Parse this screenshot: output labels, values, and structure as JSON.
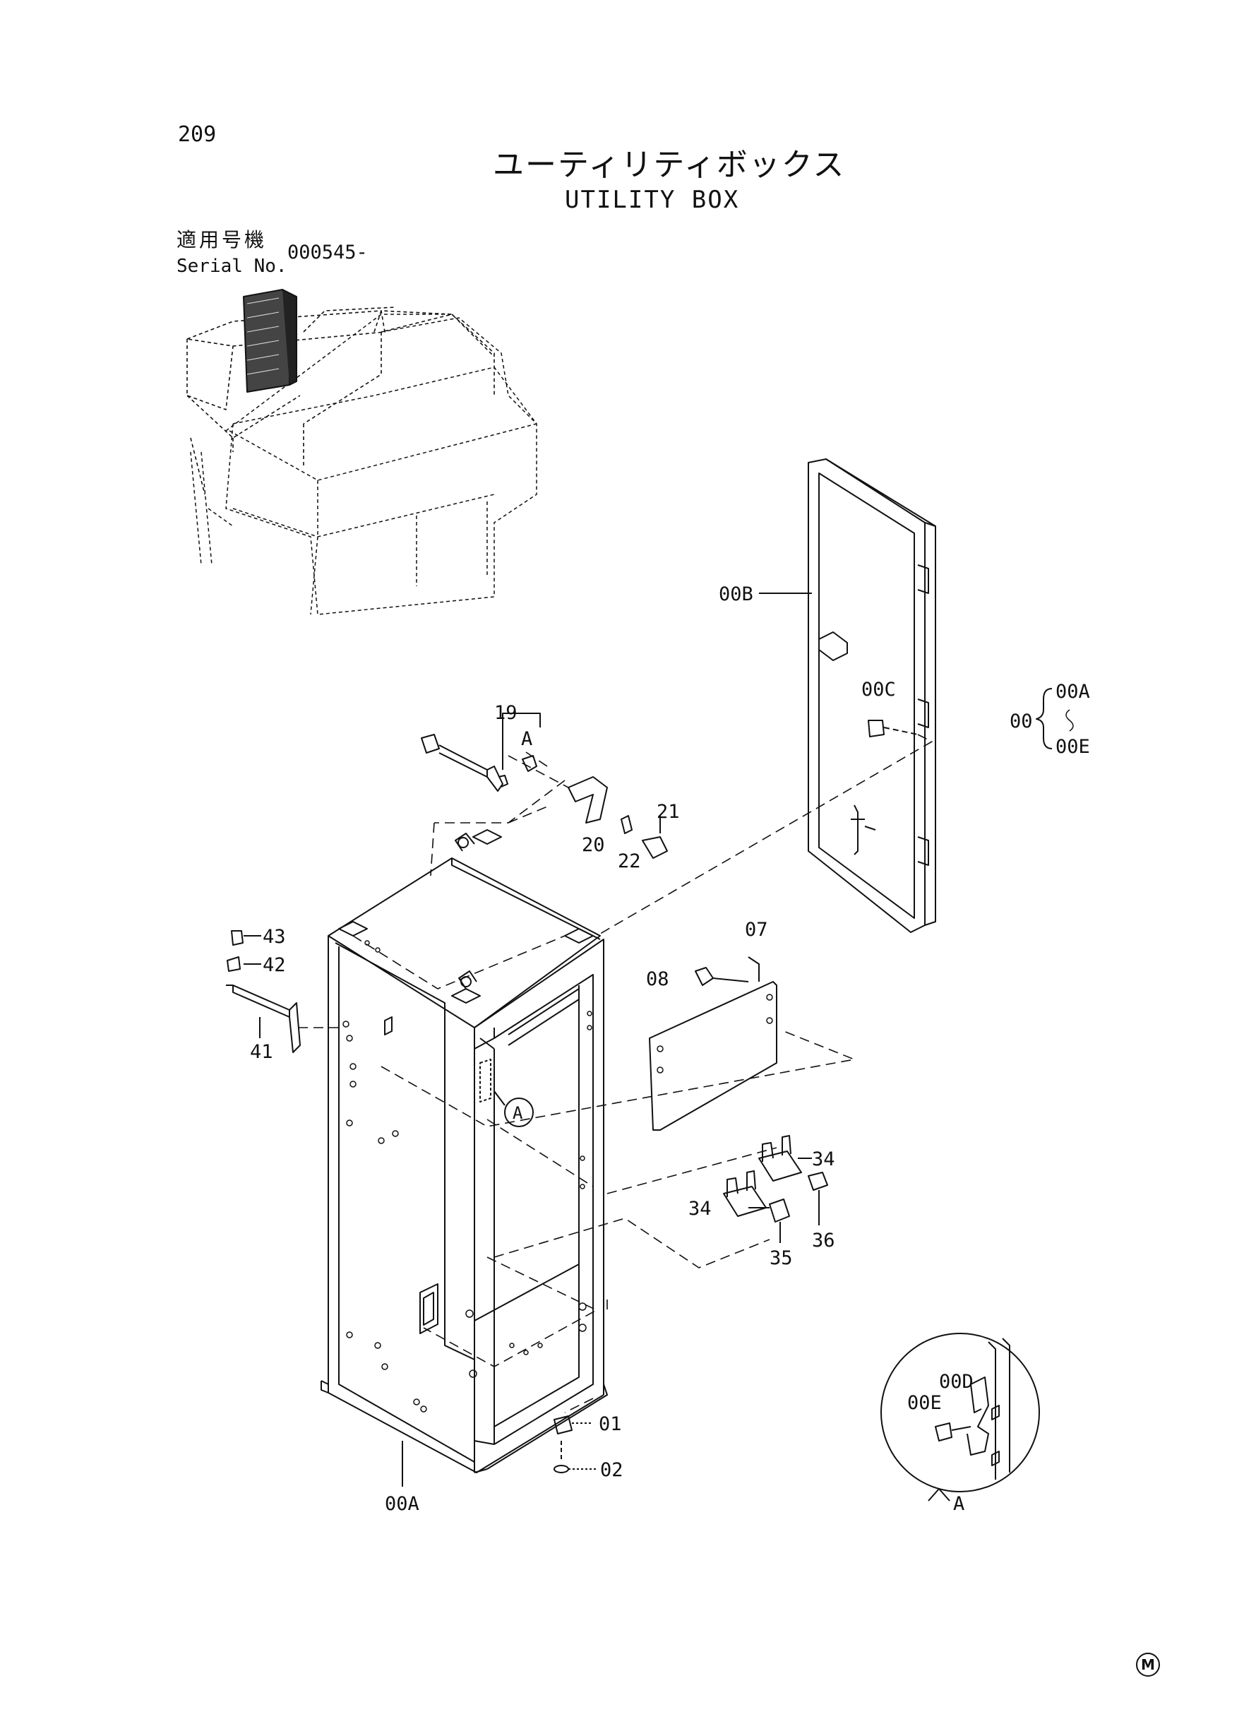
{
  "header": {
    "page_number": "209",
    "title_jp": "ユーティリティボックス",
    "title_en": "UTILITY BOX",
    "serial_label_jp": "適用号機",
    "serial_label_en": "Serial No.",
    "serial_value": "000545-"
  },
  "callouts": {
    "c00B": "00B",
    "c00C": "00C",
    "c00": "00",
    "c00A_top": "00A",
    "c00E_range": "00E",
    "c19": "19",
    "cA_small": "A",
    "c21": "21",
    "c20": "20",
    "c22": "22",
    "c43": "43",
    "c42": "42",
    "c41": "41",
    "c07": "07",
    "c08": "08",
    "cA_circle": "A",
    "c34_a": "34",
    "c34_b": "34",
    "c36": "36",
    "c35": "35",
    "c01": "01",
    "c02": "02",
    "c00A": "00A",
    "c00D": "00D",
    "c00E": "00E",
    "cA_detail": "A"
  },
  "footer": {
    "mark": "M"
  }
}
